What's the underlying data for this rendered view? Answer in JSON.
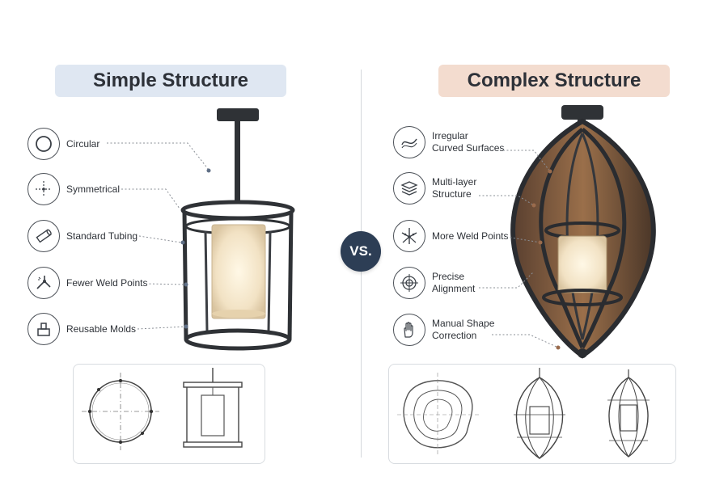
{
  "vs_label": "VS.",
  "colors": {
    "simple_title_bg": "#dfe7f2",
    "complex_title_bg": "#f3dccf",
    "vs_badge": "#2d3e55",
    "lamp_frame": "#2f3236",
    "shade_glow": "#f7ecd8",
    "copper_panel": "#8a6442"
  },
  "simple": {
    "title": "Simple Structure",
    "features": [
      {
        "label": "Circular",
        "icon": "circle-icon"
      },
      {
        "label": "Symmetrical",
        "icon": "symmetry-crosshair-icon"
      },
      {
        "label": "Standard Tubing",
        "icon": "tube-icon"
      },
      {
        "label": "Fewer Weld Points",
        "icon": "weld-points-icon"
      },
      {
        "label": "Reusable Molds",
        "icon": "mold-icon"
      }
    ]
  },
  "complex": {
    "title": "Complex Structure",
    "features": [
      {
        "label": "Irregular\nCurved Surfaces",
        "icon": "curved-surface-icon"
      },
      {
        "label": "Multi-layer\nStructure",
        "icon": "layers-icon"
      },
      {
        "label": "More Weld Points",
        "icon": "multi-weld-icon"
      },
      {
        "label": "Precise\nAlignment",
        "icon": "target-icon"
      },
      {
        "label": "Manual Shape\nCorrection",
        "icon": "hand-icon"
      }
    ]
  }
}
